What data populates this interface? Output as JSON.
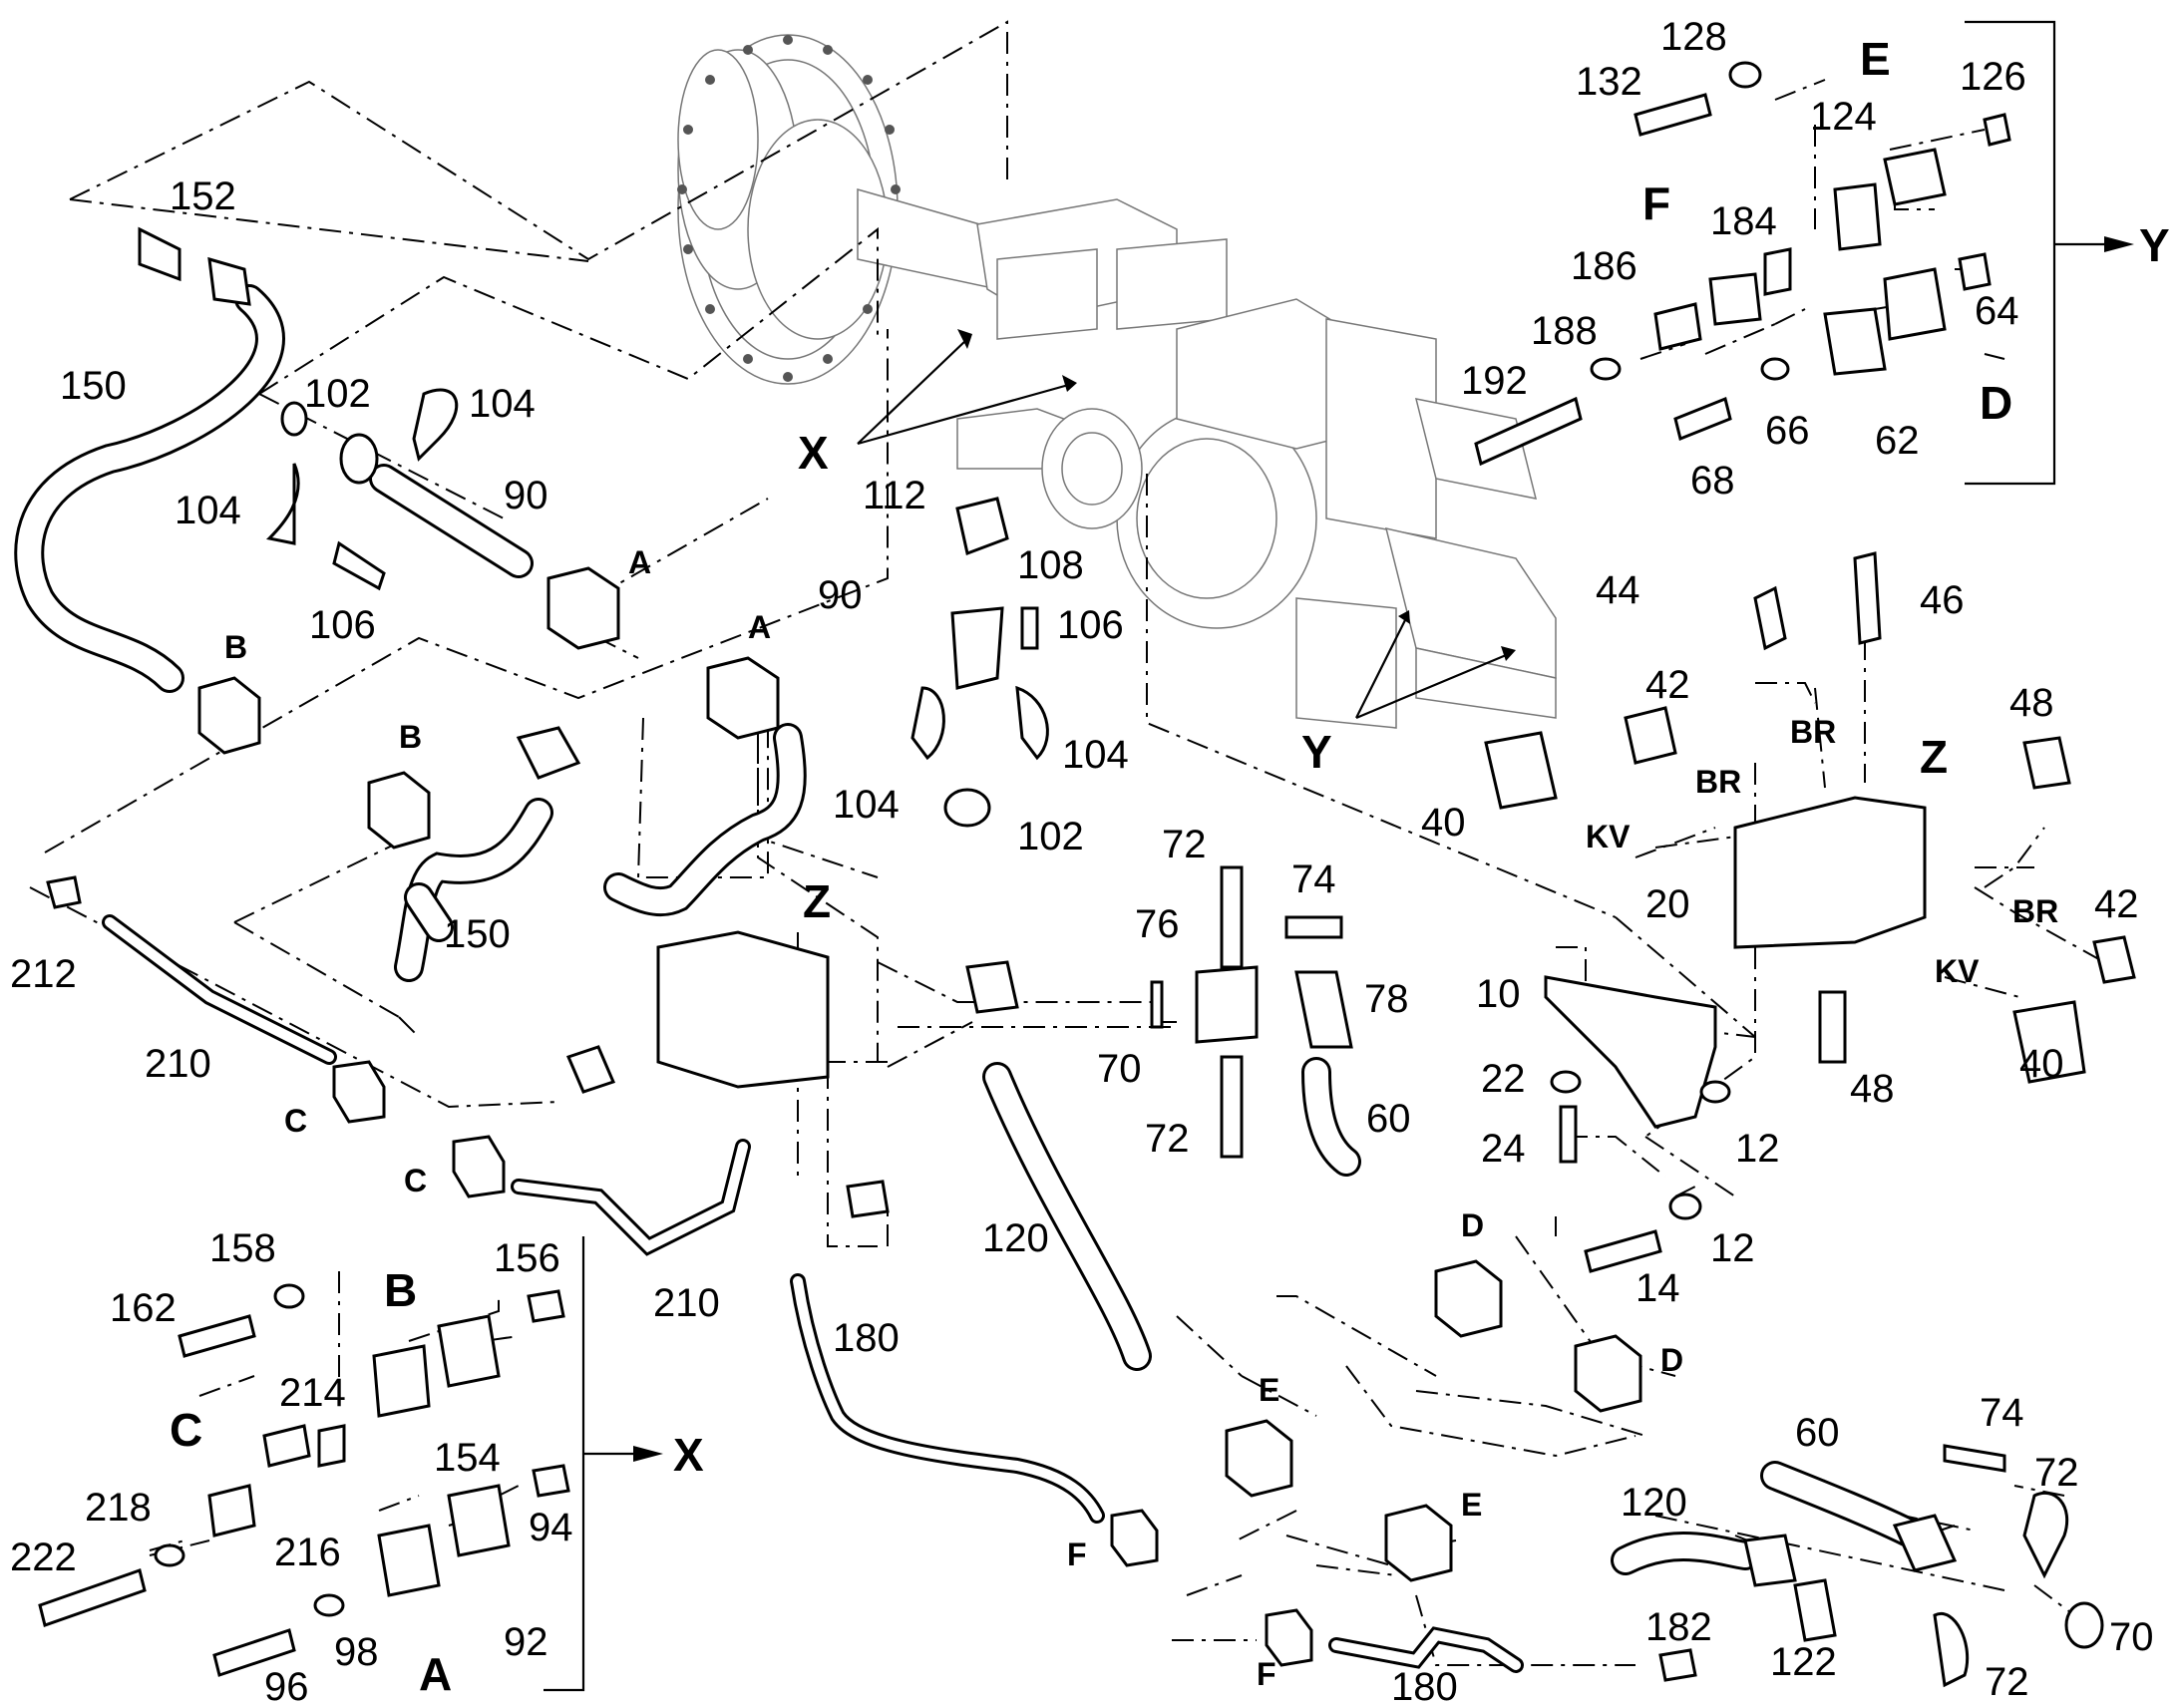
{
  "callouts": [
    {
      "id": "c152",
      "text": "152"
    },
    {
      "id": "c150a",
      "text": "150"
    },
    {
      "id": "c102a",
      "text": "102"
    },
    {
      "id": "c104a",
      "text": "104"
    },
    {
      "id": "c104b",
      "text": "104"
    },
    {
      "id": "c90a",
      "text": "90"
    },
    {
      "id": "c106a",
      "text": "106"
    },
    {
      "id": "c112",
      "text": "112"
    },
    {
      "id": "c108",
      "text": "108"
    },
    {
      "id": "c90b",
      "text": "90"
    },
    {
      "id": "c106b",
      "text": "106"
    },
    {
      "id": "c104c",
      "text": "104"
    },
    {
      "id": "c104d",
      "text": "104"
    },
    {
      "id": "c102b",
      "text": "102"
    },
    {
      "id": "c150b",
      "text": "150"
    },
    {
      "id": "c212",
      "text": "212"
    },
    {
      "id": "c210a",
      "text": "210"
    },
    {
      "id": "c210b",
      "text": "210"
    },
    {
      "id": "c158",
      "text": "158"
    },
    {
      "id": "c162",
      "text": "162"
    },
    {
      "id": "c156",
      "text": "156"
    },
    {
      "id": "c214",
      "text": "214"
    },
    {
      "id": "c154",
      "text": "154"
    },
    {
      "id": "c218",
      "text": "218"
    },
    {
      "id": "c222",
      "text": "222"
    },
    {
      "id": "c216",
      "text": "216"
    },
    {
      "id": "c94",
      "text": "94"
    },
    {
      "id": "c92",
      "text": "92"
    },
    {
      "id": "c98",
      "text": "98"
    },
    {
      "id": "c96",
      "text": "96"
    },
    {
      "id": "c128",
      "text": "128"
    },
    {
      "id": "c132",
      "text": "132"
    },
    {
      "id": "c126",
      "text": "126"
    },
    {
      "id": "c124",
      "text": "124"
    },
    {
      "id": "c184",
      "text": "184"
    },
    {
      "id": "c186",
      "text": "186"
    },
    {
      "id": "c188",
      "text": "188"
    },
    {
      "id": "c192",
      "text": "192"
    },
    {
      "id": "c64",
      "text": "64"
    },
    {
      "id": "c66",
      "text": "66"
    },
    {
      "id": "c62",
      "text": "62"
    },
    {
      "id": "c68",
      "text": "68"
    },
    {
      "id": "c44",
      "text": "44"
    },
    {
      "id": "c46",
      "text": "46"
    },
    {
      "id": "c42a",
      "text": "42"
    },
    {
      "id": "c48a",
      "text": "48"
    },
    {
      "id": "c40a",
      "text": "40"
    },
    {
      "id": "c20",
      "text": "20"
    },
    {
      "id": "c42b",
      "text": "42"
    },
    {
      "id": "c40b",
      "text": "40"
    },
    {
      "id": "c48b",
      "text": "48"
    },
    {
      "id": "c72a",
      "text": "72"
    },
    {
      "id": "c74a",
      "text": "74"
    },
    {
      "id": "c76",
      "text": "76"
    },
    {
      "id": "c78",
      "text": "78"
    },
    {
      "id": "c70a",
      "text": "70"
    },
    {
      "id": "c72b",
      "text": "72"
    },
    {
      "id": "c10",
      "text": "10"
    },
    {
      "id": "c22",
      "text": "22"
    },
    {
      "id": "c24",
      "text": "24"
    },
    {
      "id": "c60a",
      "text": "60"
    },
    {
      "id": "c12a",
      "text": "12"
    },
    {
      "id": "c12b",
      "text": "12"
    },
    {
      "id": "c14",
      "text": "14"
    },
    {
      "id": "c120a",
      "text": "120"
    },
    {
      "id": "c180a",
      "text": "180"
    },
    {
      "id": "c60b",
      "text": "60"
    },
    {
      "id": "c74b",
      "text": "74"
    },
    {
      "id": "c72c",
      "text": "72"
    },
    {
      "id": "c70b",
      "text": "70"
    },
    {
      "id": "c72d",
      "text": "72"
    },
    {
      "id": "c120b",
      "text": "120"
    },
    {
      "id": "c182",
      "text": "182"
    },
    {
      "id": "c122",
      "text": "122"
    },
    {
      "id": "c180b",
      "text": "180"
    }
  ],
  "port_labels": [
    {
      "id": "pBR1",
      "text": "BR"
    },
    {
      "id": "pBR2",
      "text": "BR"
    },
    {
      "id": "pKV1",
      "text": "KV"
    },
    {
      "id": "pBR3",
      "text": "BR"
    },
    {
      "id": "pKV2",
      "text": "KV"
    }
  ],
  "group_labels": [
    {
      "id": "gA1",
      "text": "A"
    },
    {
      "id": "gA2",
      "text": "A"
    },
    {
      "id": "gB1",
      "text": "B"
    },
    {
      "id": "gB2",
      "text": "B"
    },
    {
      "id": "gC1",
      "text": "C"
    },
    {
      "id": "gC2",
      "text": "C"
    },
    {
      "id": "gD1",
      "text": "D"
    },
    {
      "id": "gD2",
      "text": "D"
    },
    {
      "id": "gE1",
      "text": "E"
    },
    {
      "id": "gE2",
      "text": "E"
    },
    {
      "id": "gF1",
      "text": "F"
    },
    {
      "id": "gF2",
      "text": "F"
    }
  ],
  "kit_labels": [
    {
      "id": "kE",
      "text": "E"
    },
    {
      "id": "kF",
      "text": "F"
    },
    {
      "id": "kD",
      "text": "D"
    },
    {
      "id": "kY",
      "text": "Y"
    },
    {
      "id": "kB",
      "text": "B"
    },
    {
      "id": "kC",
      "text": "C"
    },
    {
      "id": "kA",
      "text": "A"
    },
    {
      "id": "kX",
      "text": "X"
    },
    {
      "id": "kZ1",
      "text": "Z"
    },
    {
      "id": "kZ2",
      "text": "Z"
    },
    {
      "id": "kXaxle",
      "text": "X"
    },
    {
      "id": "kYaxle",
      "text": "Y"
    }
  ]
}
